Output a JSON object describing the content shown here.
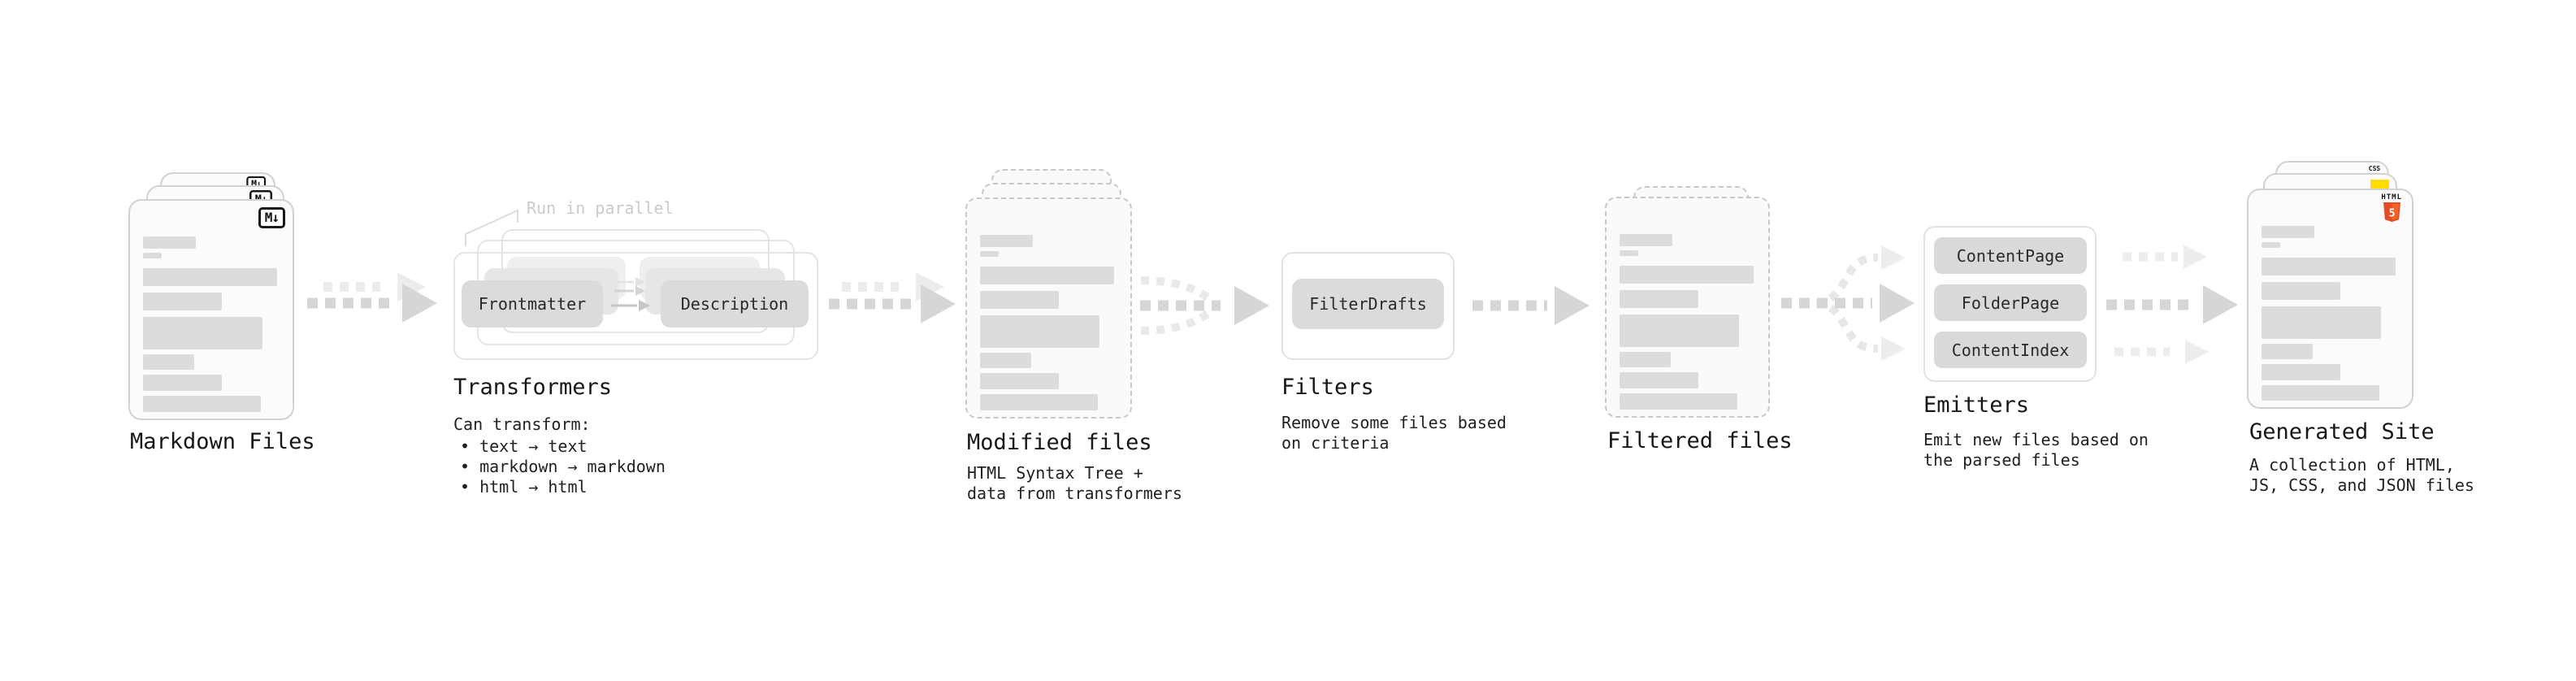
{
  "stages": {
    "markdown": {
      "caption": "Markdown Files",
      "badge": "M↓"
    },
    "transformers": {
      "title": "Transformers",
      "parallel_label": "Run in parallel",
      "pills": [
        "Frontmatter",
        "Description"
      ],
      "note_heading": "Can transform:",
      "bullets": [
        "• text → text",
        "• markdown → markdown",
        "• html → html"
      ]
    },
    "modified": {
      "caption": "Modified files",
      "desc": [
        "HTML Syntax Tree +",
        "data from transformers"
      ]
    },
    "filters": {
      "title": "Filters",
      "pills": [
        "FilterDrafts"
      ],
      "desc": [
        "Remove some files based",
        "on criteria"
      ]
    },
    "filtered": {
      "caption": "Filtered files"
    },
    "emitters": {
      "title": "Emitters",
      "pills": [
        "ContentPage",
        "FolderPage",
        "ContentIndex"
      ],
      "desc": [
        "Emit new files based on",
        "the parsed files"
      ]
    },
    "generated": {
      "caption": "Generated Site",
      "desc": [
        "A collection of HTML,",
        "JS, CSS, and JSON files"
      ],
      "badges": {
        "html_label": "HTML",
        "html_number": "5",
        "css_label": "CSS"
      }
    }
  },
  "colors": {
    "card_border": "#d2d2d2",
    "card_bg": "#fbfbfb",
    "dashed_border": "#c8c8c8",
    "skeleton_bar": "#dcdcdc",
    "pill_bg": "#dbdbdb",
    "box_border": "#e4e4e4",
    "arrow": "#d6d6d6",
    "arrow_faint": "#ececec",
    "parallel_label": "#cbcbcb",
    "js_yellow": "#ffdd00",
    "css_blue": "#2864f0",
    "html_orange": "#e44d26",
    "html_orange_light": "#f16529"
  }
}
